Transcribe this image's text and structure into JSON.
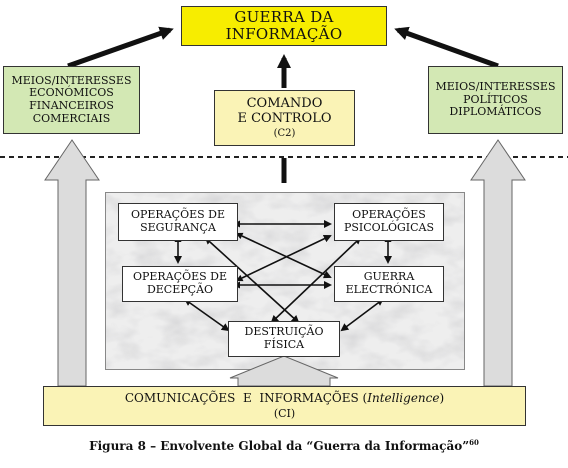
{
  "top_box": {
    "title": "GUERRA DA INFORMAÇÃO"
  },
  "left_box": {
    "lines": [
      "MEIOS/INTERESSES",
      "ECONÓMICOS",
      "FINANCEIROS",
      "COMERCIAIS"
    ]
  },
  "right_box": {
    "lines": [
      "MEIOS/INTERESSES",
      "POLÍTICOS",
      "DIPLOMÁTICOS"
    ]
  },
  "c2_box": {
    "lines": [
      "COMANDO",
      "E CONTROLO"
    ],
    "abbr": "(C2)"
  },
  "operations": {
    "security": {
      "lines": [
        "OPERAÇÕES DE",
        "SEGURANÇA"
      ]
    },
    "psychological": {
      "lines": [
        "OPERAÇÕES",
        "PSICOLÓGICAS"
      ]
    },
    "deception": {
      "lines": [
        "OPERAÇÕES DE",
        "DECEPÇÃO"
      ]
    },
    "electronic": {
      "lines": [
        "GUERRA",
        "ELECTRÓNICA"
      ]
    },
    "physical": {
      "lines": [
        "DESTRUIÇÃO",
        "FÍSICA"
      ]
    }
  },
  "bottom_box": {
    "text_main": "COMUNICAÇÕES  E  INFORMAÇÕES (",
    "text_italic": "Intelligence",
    "text_end": ")",
    "abbr": "(CI)"
  },
  "caption": {
    "text": "Figura 8 – Envolvente Global da “Guerra da Informação”",
    "note": "60"
  },
  "colors": {
    "title_yellow": "#f7ed00",
    "pale_yellow": "#faf3b6",
    "green": "#d3e8b4",
    "arrow_grey": "#dcdcdc"
  }
}
